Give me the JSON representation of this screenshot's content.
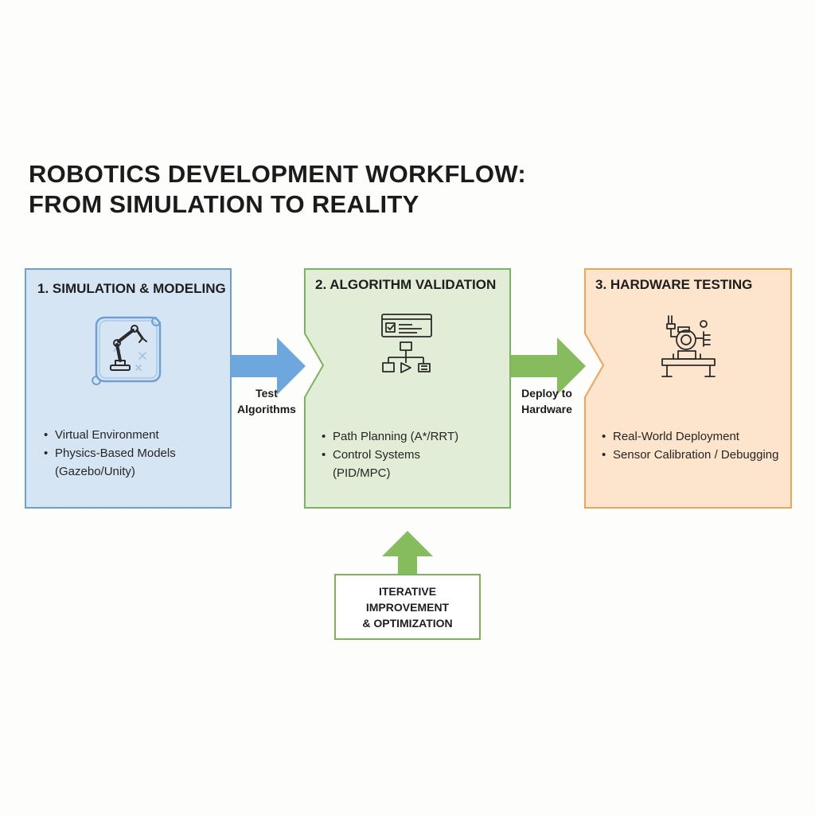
{
  "title": {
    "line1": "ROBOTICS DEVELOPMENT WORKFLOW:",
    "line2": "FROM SIMULATION TO REALITY"
  },
  "stages": [
    {
      "title": "1. SIMULATION & MODELING",
      "icon": "robot-arm-simulation-icon",
      "bullets": [
        "Virtual Environment",
        "Physics-Based Models",
        "(Gazebo/Unity)"
      ],
      "fill": "#d6e5f4",
      "border": "#6c9fd4"
    },
    {
      "title": "2. ALGORITHM VALIDATION",
      "icon": "algorithm-flowchart-icon",
      "bullets": [
        "Path Planning (A*/RRT)",
        "Control Systems",
        "(PID/MPC)"
      ],
      "fill": "#e1edd6",
      "border": "#7ab55c"
    },
    {
      "title": "3. HARDWARE TESTING",
      "icon": "robot-hardware-icon",
      "bullets": [
        "Real-World Deployment",
        "Sensor Calibration / Debugging"
      ],
      "fill": "#fde4cc",
      "border": "#f0a35a"
    }
  ],
  "connectors": [
    {
      "line1": "Test",
      "line2": "Algorithms",
      "color": "#6ea6de"
    },
    {
      "line1": "Deploy to",
      "line2": "Hardware",
      "color": "#86bb5e"
    }
  ],
  "feedback": {
    "line1": "ITERATIVE IMPROVEMENT",
    "line2": "& OPTIMIZATION",
    "color": "#86bb5e"
  }
}
